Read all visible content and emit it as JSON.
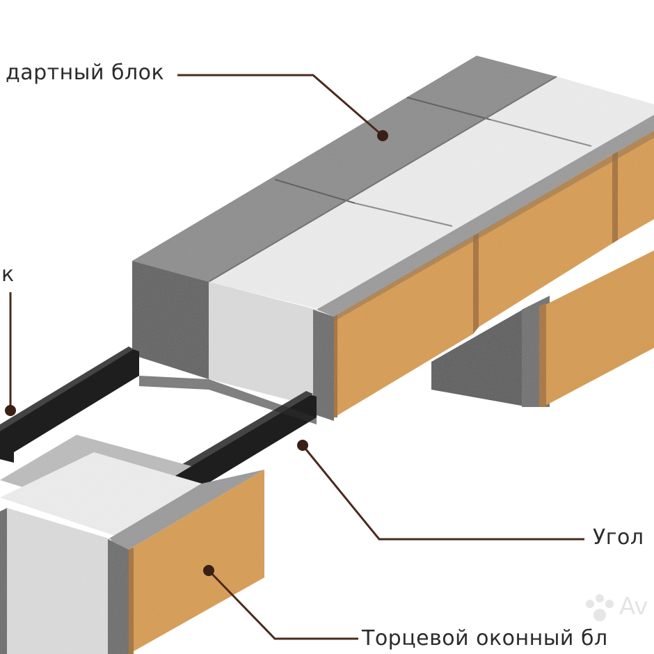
{
  "labels": {
    "standard_block": "дартный блок",
    "left_fragment": "к",
    "angle": "Угол",
    "end_window_block": "Торцевой оконный бл"
  },
  "watermark": "Av",
  "colors": {
    "dark_gray": "#6f6f6f",
    "light_gray": "#e9e9e9",
    "brick": "#d79a48",
    "steel": "#2a2a2a",
    "leader": "#4a2a1e"
  }
}
